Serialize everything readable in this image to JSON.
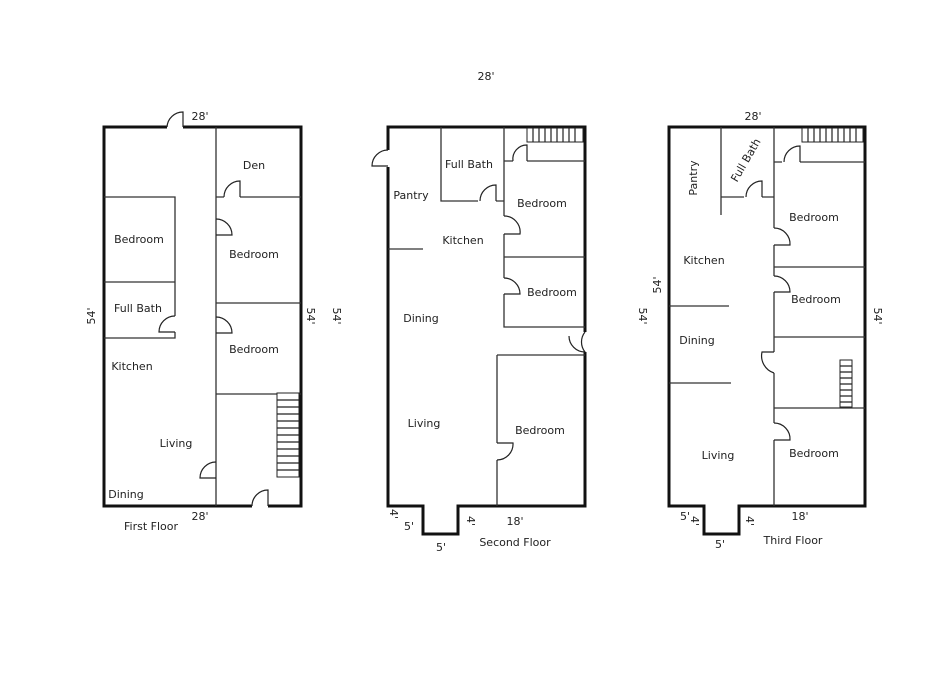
{
  "top_dimension": "28'",
  "floors": [
    {
      "title": "First Floor",
      "dims": {
        "top": "28'",
        "bottom": "28'",
        "left": "54'",
        "right": "54'",
        "right_outer": "54'"
      },
      "rooms": [
        "Den",
        "Bedroom",
        "Bedroom",
        "Full Bath",
        "Bedroom",
        "Kitchen",
        "Living",
        "Dining"
      ]
    },
    {
      "title": "Second Floor",
      "dims": {
        "notch_left": "4'",
        "notch_side": "5'",
        "notch_bottom": "5'",
        "notch_right": "4'",
        "bottom_right": "18'"
      },
      "rooms": [
        "Pantry",
        "Full Bath",
        "Kitchen",
        "Bedroom",
        "Bedroom",
        "Dining",
        "Living",
        "Bedroom"
      ]
    },
    {
      "title": "Third Floor",
      "dims": {
        "top": "28'",
        "left_inner": "54'",
        "left_outer": "54'",
        "right": "54'",
        "notch_side": "5'",
        "notch_left": "4'",
        "notch_right": "4'",
        "notch_bottom": "5'",
        "bottom_right": "18'"
      },
      "rooms": [
        "Pantry",
        "Full Bath",
        "Kitchen",
        "Bedroom",
        "Bedroom",
        "Dining",
        "Living",
        "Bedroom"
      ]
    }
  ]
}
